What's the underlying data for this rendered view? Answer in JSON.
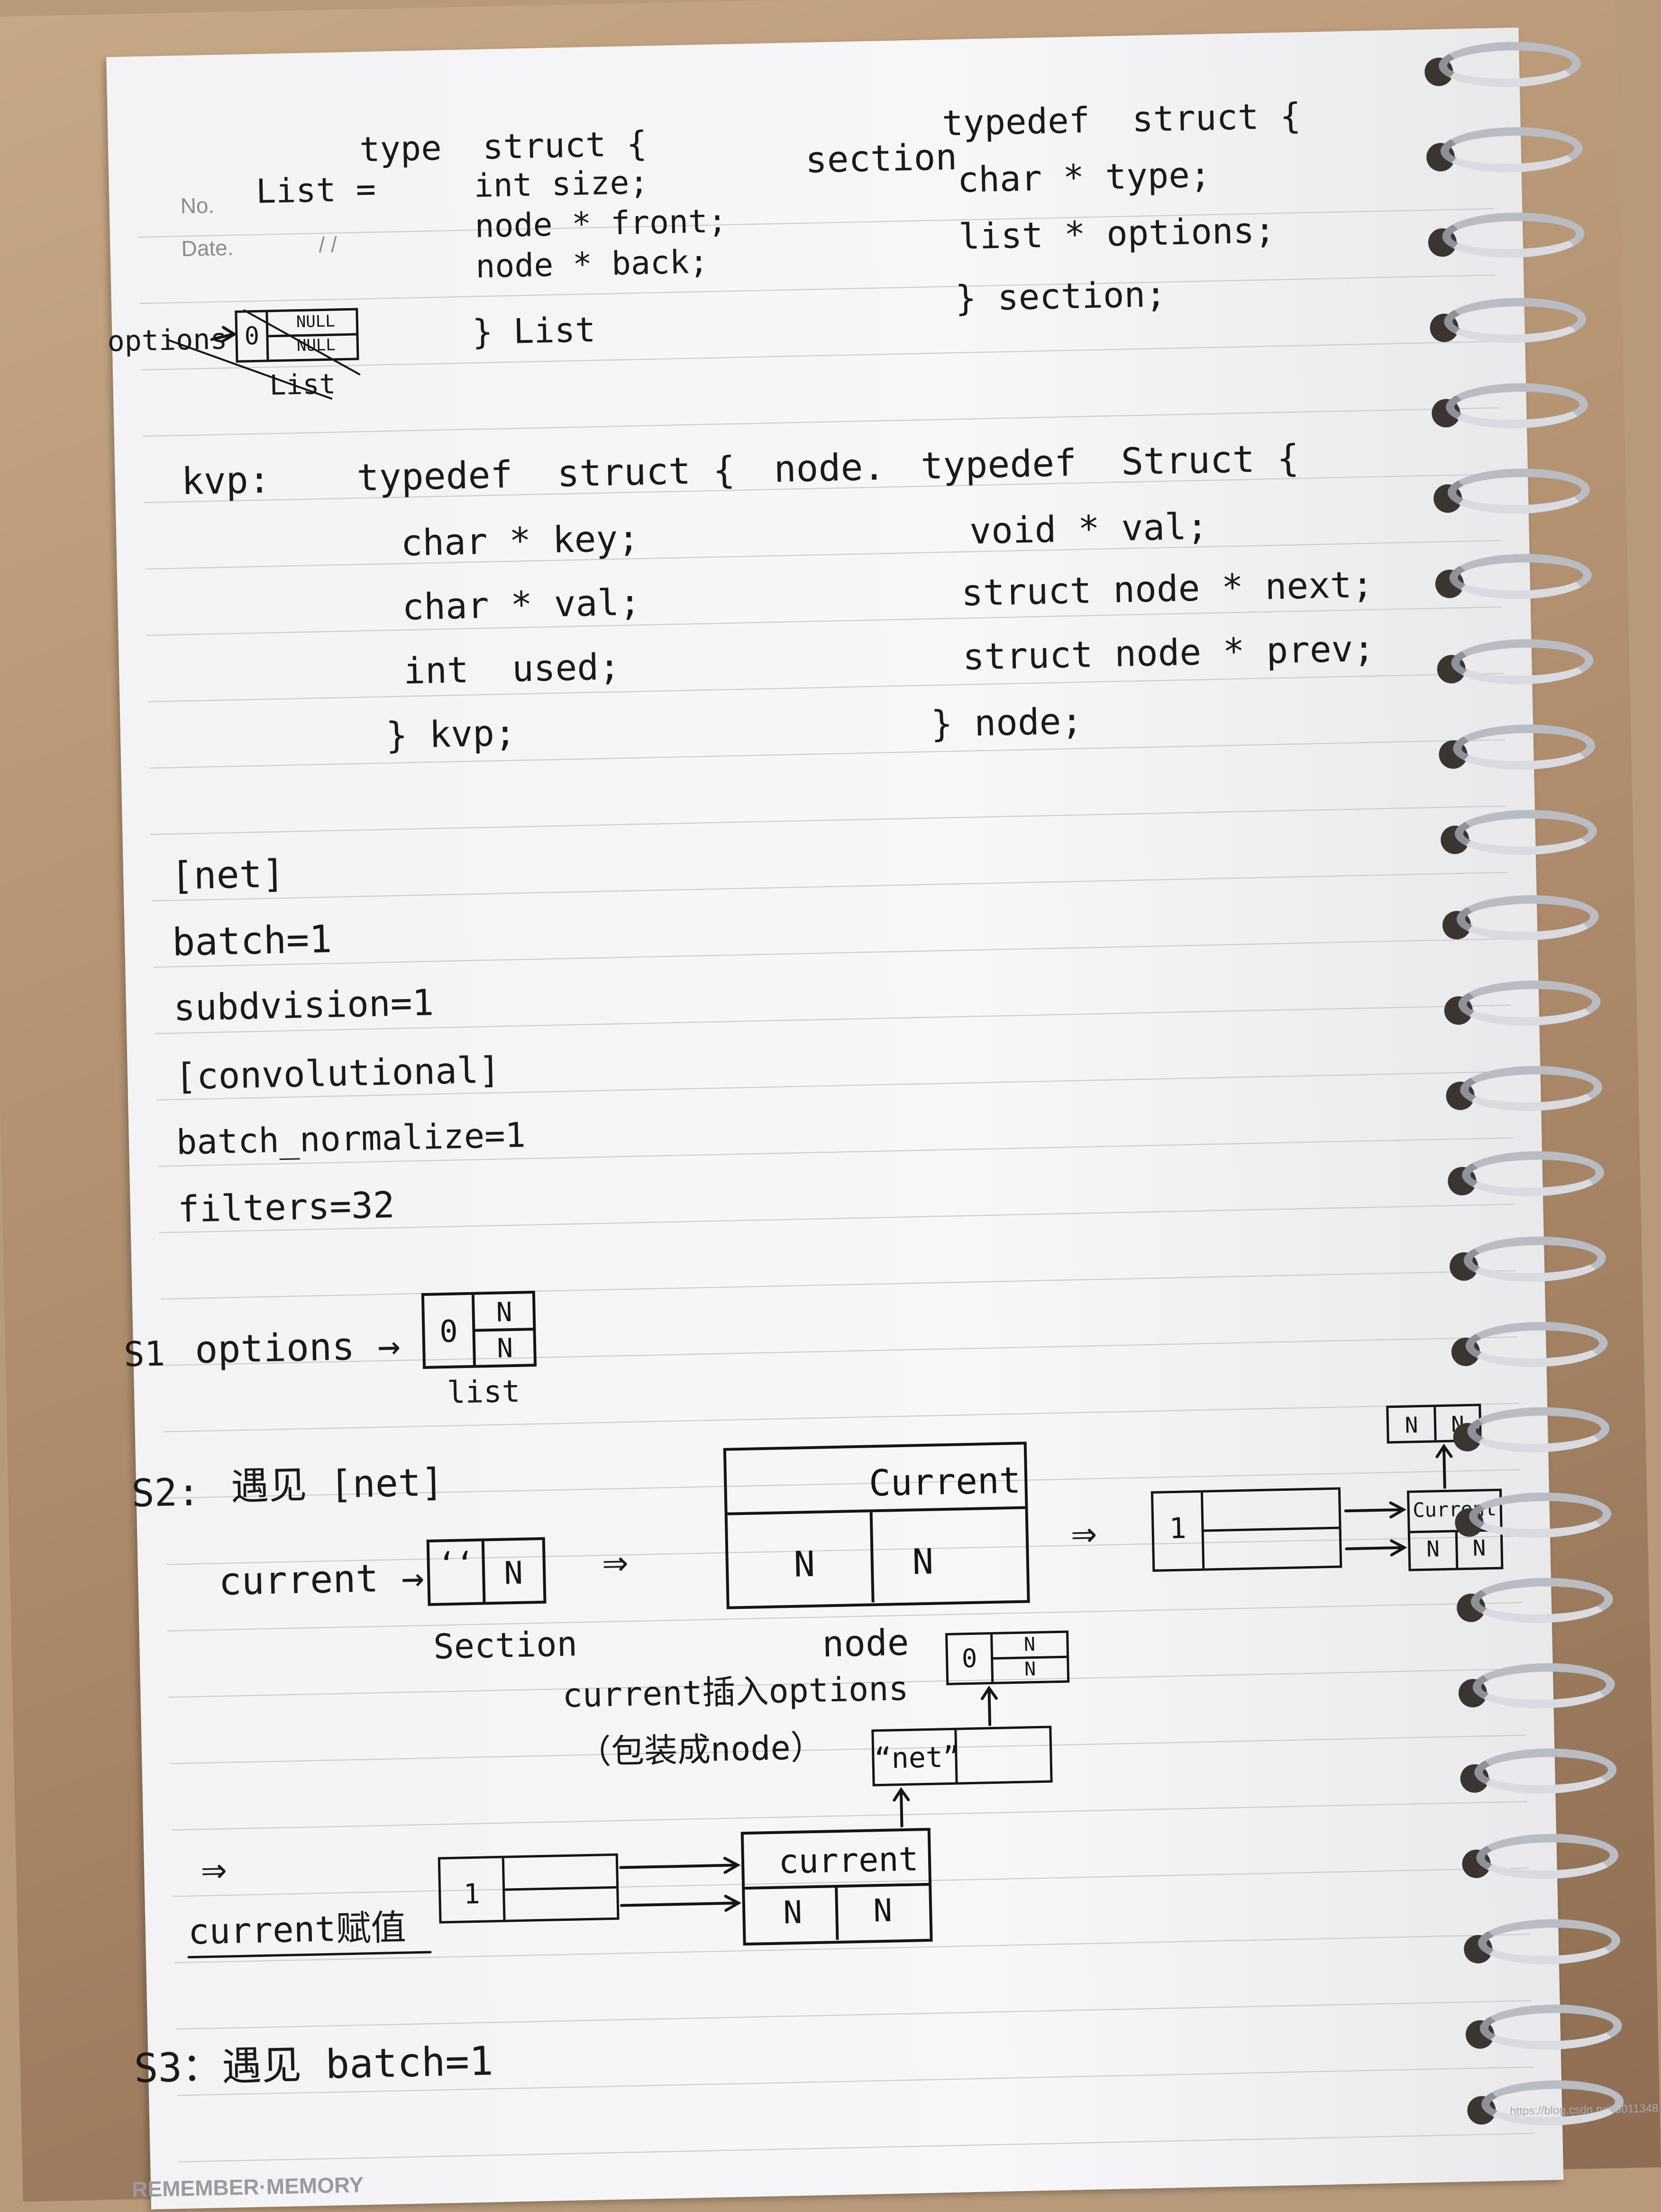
{
  "header_print": {
    "no_label": "No.",
    "date_label": "Date.",
    "date_seps": "/      /"
  },
  "list_struct": {
    "name": "List =",
    "lines": [
      "type  struct {",
      "int size;",
      "node * front;",
      "node * back;",
      "} List"
    ]
  },
  "section_struct": {
    "name": "section",
    "lines": [
      "typedef  struct {",
      "char * type;",
      "list * options;",
      "} section;"
    ]
  },
  "options_diagram": {
    "label": "options",
    "cell_zero": "0",
    "null_top": "NULL",
    "null_bottom": "NULL",
    "caption": "List"
  },
  "kvp_struct": {
    "name": "kvp:",
    "lines": [
      "typedef  struct {",
      "char * key;",
      "char * val;",
      "int  used;",
      "} kvp;"
    ]
  },
  "node_struct": {
    "name": "node.",
    "lines": [
      "typedef  Struct {",
      "void * val;",
      "struct node * next;",
      "struct node * prev;",
      "} node;"
    ]
  },
  "config_example": {
    "lines": [
      "[net]",
      "batch=1",
      "subdvision=1",
      "[convolutional]",
      "batch_normalize=1",
      "filters=32"
    ]
  },
  "s1": {
    "label": "S1",
    "text": "options →",
    "cell_zero": "0",
    "n_top": "N",
    "n_bottom": "N",
    "caption": "list"
  },
  "s2": {
    "label": "S2:",
    "title": "遇见 [net]",
    "current_text": "current →",
    "section_cells": [
      "‘‘",
      "N"
    ],
    "section_caption": "Section",
    "arrow": "⇒",
    "node_box_title": "Current",
    "node_box_cells": [
      "N",
      "N"
    ],
    "node_caption": "node",
    "right_top_cells": [
      "N",
      "N"
    ],
    "right_list_cell": "1",
    "right_current": "Current",
    "right_current_cells": [
      "N",
      "N"
    ],
    "insert_line1": "current插入options",
    "insert_line2": "（包装成node）",
    "small_list_cells": [
      "0",
      "N",
      "N"
    ],
    "net_cell": "“net”"
  },
  "s2_assign": {
    "arrow": "⇒",
    "text": "current赋值",
    "list_cell": "1",
    "current_title": "current",
    "current_cells": [
      "N",
      "N"
    ]
  },
  "s3": {
    "text": "S3：遇见 batch=1"
  },
  "footer_print": {
    "brand": "REMEMBER·MEMORY",
    "watermark": "https://blog.csdn.net/u011348"
  }
}
